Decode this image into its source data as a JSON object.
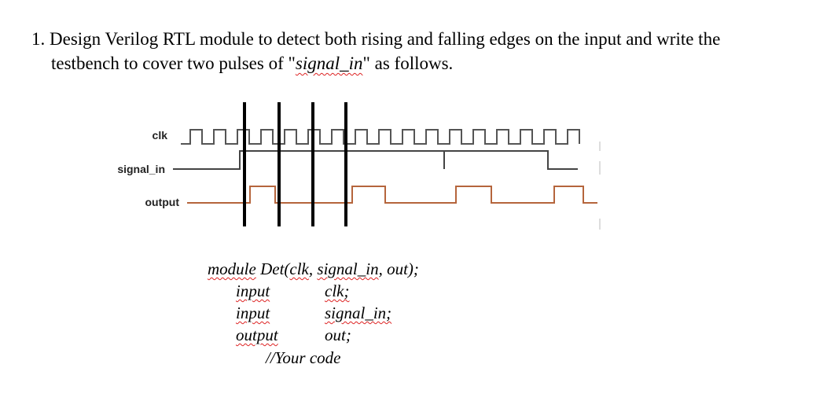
{
  "question": {
    "line1": "1. Design Verilog RTL module to detect both rising and falling edges on the input and write the",
    "line2_pre": "testbench to cover two pulses of \"",
    "line2_signal": "signal_in",
    "line2_post": "\" as follows."
  },
  "diagram": {
    "labels": {
      "clk": "clk",
      "signal_in": "signal_in",
      "output": "output"
    },
    "colors": {
      "clk": "#555555",
      "signal_in": "#444444",
      "output": "#b5653c",
      "markers": "#000000"
    }
  },
  "code": {
    "module_kw": "module",
    "module_rest_a": " Det(",
    "module_clk": "clk",
    "module_comma": ", ",
    "module_sig": "signal_in",
    "module_end": ", out);",
    "input1_kw": "input",
    "input1_name": "clk;",
    "input2_kw": "input",
    "input2_name": "signal_in;",
    "output_kw": "output",
    "output_name": "out;",
    "comment": "//Your code"
  }
}
